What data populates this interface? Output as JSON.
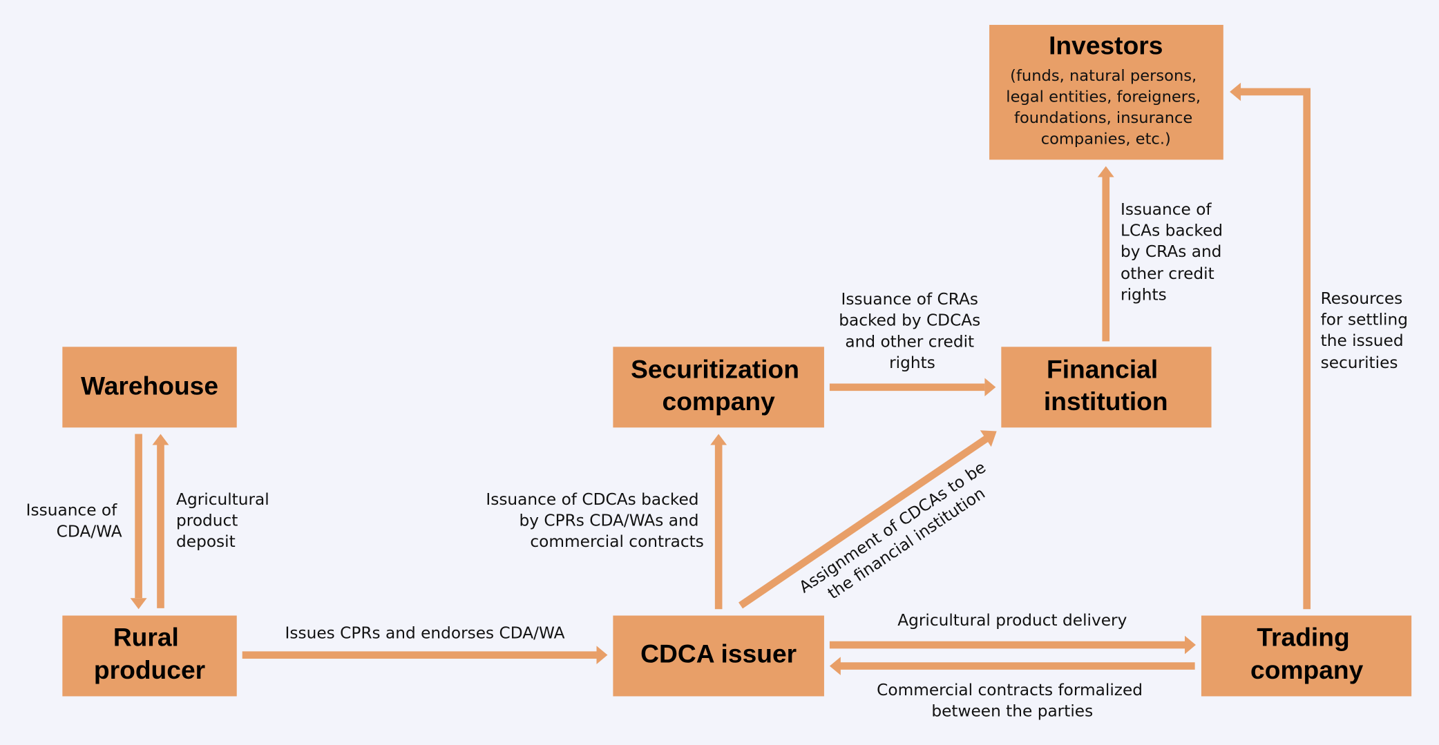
{
  "colors": {
    "background": "#f3f4fb",
    "box": "#e89f68",
    "arrow": "#e89f68",
    "text": "#000000"
  },
  "nodes": {
    "investors": {
      "title": [
        "Investors"
      ],
      "subtitle": [
        "(funds, natural persons,",
        "legal entities, foreigners,",
        "foundations, insurance",
        "companies, etc.)"
      ]
    },
    "warehouse": {
      "title": [
        "Warehouse"
      ]
    },
    "securitization": {
      "title": [
        "Securitization",
        "company"
      ]
    },
    "financial": {
      "title": [
        "Financial",
        "institution"
      ]
    },
    "rural": {
      "title": [
        "Rural",
        "producer"
      ]
    },
    "cdca": {
      "title": [
        "CDCA issuer"
      ]
    },
    "trading": {
      "title": [
        "Trading",
        "company"
      ]
    }
  },
  "edges": {
    "cda_issuance": {
      "lines": [
        "Issuance of",
        "CDA/WA"
      ]
    },
    "product_deposit": {
      "lines": [
        "Agricultural",
        "product",
        "deposit"
      ]
    },
    "issues_cprs": {
      "lines": [
        "Issues CPRs and endorses CDA/WA"
      ]
    },
    "cdca_issuance": {
      "lines": [
        "Issuance of CDCAs backed",
        "by CPRs CDA/WAs and",
        "commercial contracts"
      ]
    },
    "cra_issuance": {
      "lines": [
        "Issuance of CRAs",
        "backed by CDCAs",
        "and other credit",
        "rights"
      ]
    },
    "lca_issuance": {
      "lines": [
        "Issuance of",
        "LCAs backed",
        "by CRAs and",
        "other credit",
        "rights"
      ]
    },
    "assignment": {
      "lines": [
        "Assignment of CDCAs to be",
        "the financial institution"
      ]
    },
    "delivery": {
      "lines": [
        "Agricultural product delivery"
      ]
    },
    "contracts": {
      "lines": [
        "Commercial contracts formalized",
        "between the parties"
      ]
    },
    "resources": {
      "lines": [
        "Resources",
        "for settling",
        "the issued",
        "securities"
      ]
    }
  }
}
